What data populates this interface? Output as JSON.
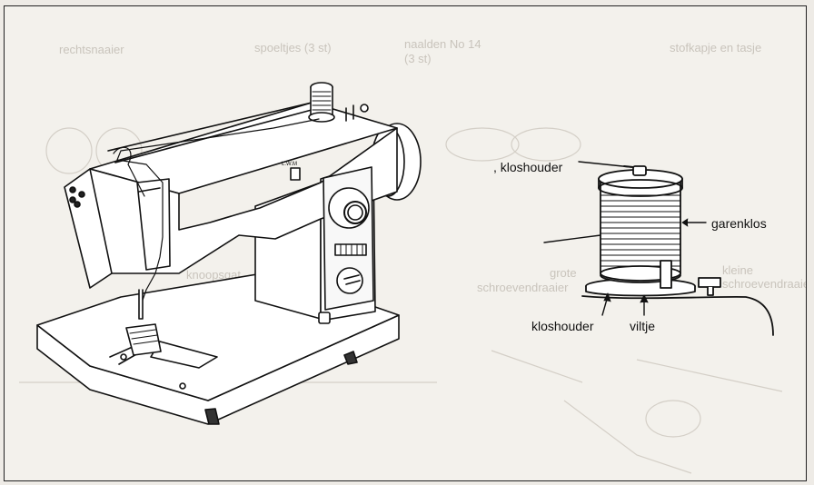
{
  "labels": {
    "spool_pin_top": ", kloshouder",
    "thread_spool": "garenklos",
    "spool_pin_bottom": "kloshouder",
    "felt": "viltje"
  },
  "bleed_through": {
    "t1": "rechtsnaaier",
    "t2": "spoeltjes (3 st)",
    "t3": "naalden No 14",
    "t4": "(3 st)",
    "t5": "stofkapje en tasje",
    "t6": "kleine",
    "t7": "schroevendraaier",
    "t8": "knoopsgat",
    "t9": "grote",
    "t10": "schroevendraaier"
  },
  "machine_panel": {
    "lever_mark": "L.W.M"
  }
}
